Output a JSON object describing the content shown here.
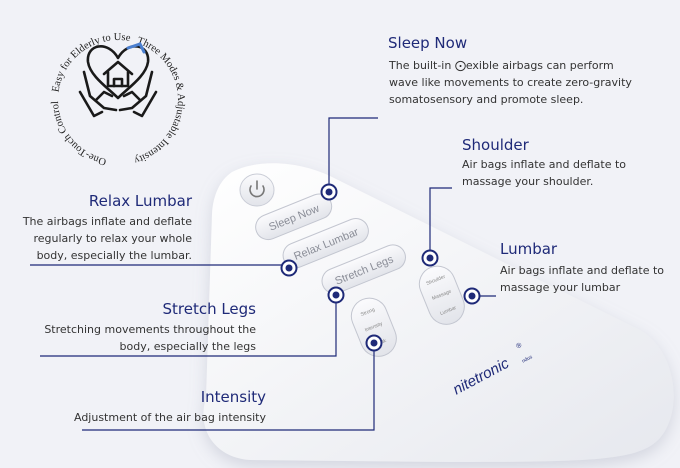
{
  "badge": {
    "ring_text_top": "Easy for Elderly to Use",
    "ring_text_right": "Three Modes & Adjustable Intensity",
    "ring_text_bottom": "One-Touch Control"
  },
  "features": {
    "sleep_now": {
      "title": "Sleep Now",
      "desc": [
        "The built-in ⨀exible airbags can perform",
        "wave like movements to create zero-gravity",
        "somatosensory and promote sleep."
      ]
    },
    "shoulder": {
      "title": "Shoulder",
      "desc": [
        "Air bags inflate and deflate to",
        "massage your shoulder."
      ]
    },
    "relax_lumbar": {
      "title": "Relax Lumbar",
      "desc": [
        "The airbags inflate and deflate",
        "regularly to relax your whole",
        "body, especially the lumbar."
      ]
    },
    "lumbar": {
      "title": "Lumbar",
      "desc": [
        "Air bags inflate and deflate to",
        "massage your lumbar"
      ]
    },
    "stretch_legs": {
      "title": "Stretch Legs",
      "desc": [
        "Stretching movements throughout the",
        "body, especially the legs"
      ]
    },
    "intensity": {
      "title": "Intensity",
      "desc": [
        "Adjustment of the air bag intensity"
      ]
    }
  },
  "remote": {
    "btn_sleep_now": "Sleep Now",
    "btn_relax_lumbar": "Relax Lumbar",
    "btn_stretch_legs": "Stretch Legs",
    "intensity_labels": [
      "Strong",
      "Intensity",
      "Weak"
    ],
    "area_labels": [
      "Shoulder",
      "Massage",
      "Lumbar"
    ],
    "brand": "nitetronic",
    "brand_sup": "®",
    "brand_small": "ndus"
  },
  "colors": {
    "accent": "#1f2a78",
    "background": "#f1f2f7",
    "remote_body": "#ffffff",
    "icon_accent": "#4a7fd0"
  }
}
